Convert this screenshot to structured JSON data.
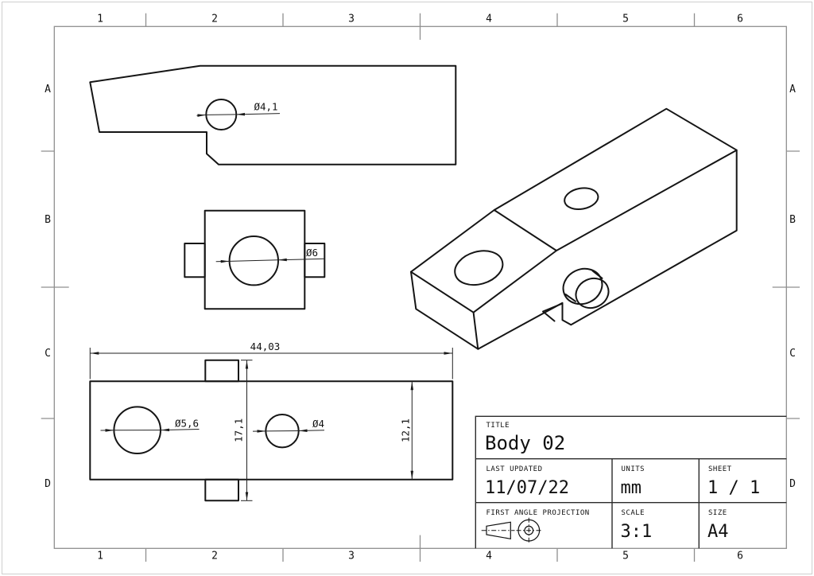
{
  "border": {
    "columns": [
      "1",
      "2",
      "3",
      "4",
      "5",
      "6"
    ],
    "rows": [
      "A",
      "B",
      "C",
      "D"
    ]
  },
  "views": {
    "side_view": {
      "hole_dim": "Ø4,1"
    },
    "front_view": {
      "hole_dim": "Ø6"
    },
    "top_view": {
      "overall_width": "44,03",
      "left_hole": "Ø5,6",
      "tab_span": "17,1",
      "right_hole": "Ø4",
      "body_width": "12,1"
    }
  },
  "title_block": {
    "title_label": "TITLE",
    "title": "Body 02",
    "updated_label": "LAST UPDATED",
    "updated": "11/07/22",
    "units_label": "UNITS",
    "units": "mm",
    "sheet_label": "SHEET",
    "sheet": "1 / 1",
    "projection_label": "FIRST ANGLE PROJECTION",
    "scale_label": "SCALE",
    "scale": "3:1",
    "size_label": "SIZE",
    "size": "A4"
  }
}
